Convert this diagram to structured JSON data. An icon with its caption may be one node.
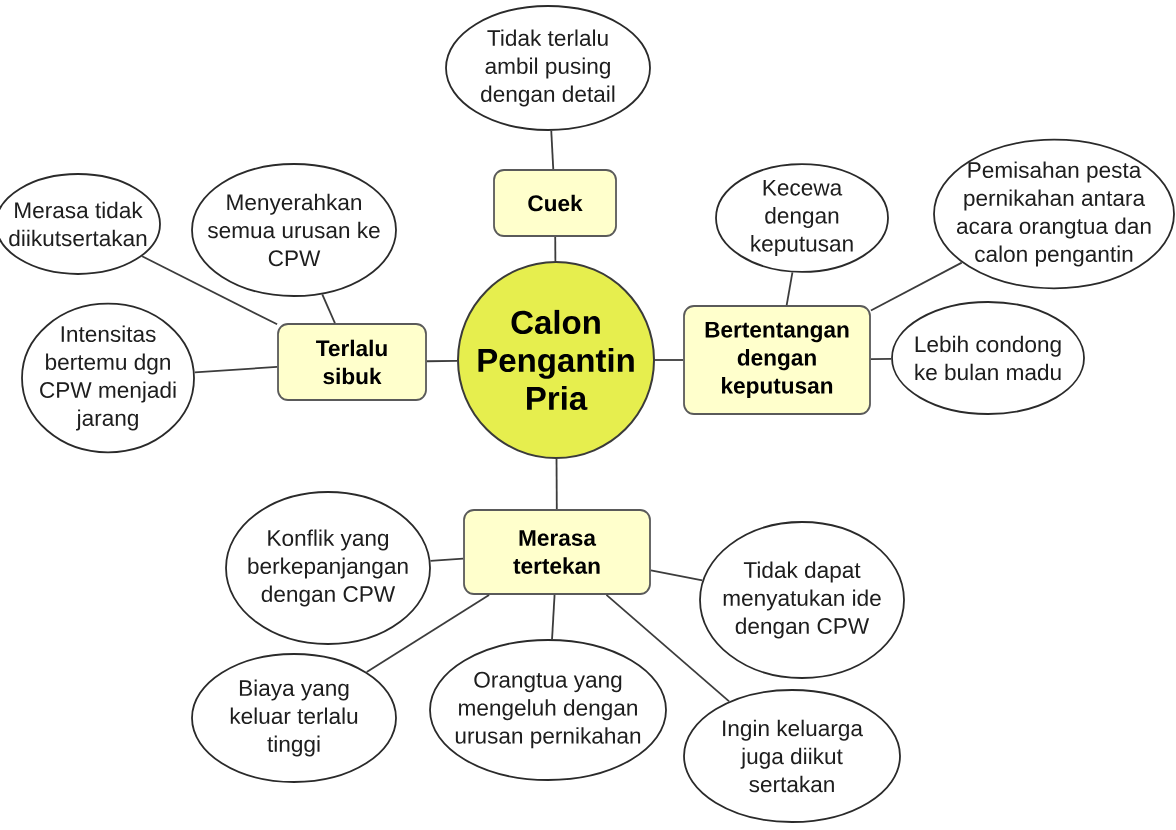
{
  "diagram": {
    "nodes": [
      {
        "text": [
          "Calon Pengantin Pria"
        ]
      },
      {
        "text": [
          "Cuek"
        ]
      },
      {
        "text": [
          "Tidak terlalu ambil pusing dengan detail"
        ]
      },
      {
        "text": [
          "Terlalu sibuk"
        ]
      },
      {
        "text": [
          "Merasa tidak diikutsertakan"
        ]
      },
      {
        "text": [
          "Menyerahkan semua urusan ke CPW"
        ]
      },
      {
        "text": [
          "Intensitas bertemu dgn CPW menjadi jarang"
        ]
      },
      {
        "text": [
          "Bertentangan dengan keputusan"
        ]
      },
      {
        "text": [
          "Kecewa dengan keputusan"
        ]
      },
      {
        "text": [
          "Pemisahan pesta pernikahan antara acara orangtua dan calon pengantin"
        ]
      },
      {
        "text": [
          "Lebih condong ke bulan madu"
        ]
      },
      {
        "text": [
          "Merasa tertekan"
        ]
      },
      {
        "text": [
          "Konflik yang berkepanjangan dengan CPW"
        ]
      },
      {
        "text": [
          "Biaya yang keluar terlalu tinggi"
        ]
      },
      {
        "text": [
          "Orangtua yang mengeluh dengan urusan pernikahan"
        ]
      },
      {
        "text": [
          "Tidak dapat menyatukan ide dengan CPW"
        ]
      },
      {
        "text": [
          "Ingin keluarga juga diikut sertakan"
        ]
      }
    ],
    "edges": [
      {
        "from": 0,
        "to": 1,
        "arrow": "none"
      },
      {
        "from": 1,
        "to": 2,
        "arrow": "none"
      },
      {
        "from": 0,
        "to": 3,
        "arrow": "none"
      },
      {
        "from": 3,
        "to": 4,
        "arrow": "none"
      },
      {
        "from": 3,
        "to": 5,
        "arrow": "none"
      },
      {
        "from": 3,
        "to": 6,
        "arrow": "none"
      },
      {
        "from": 0,
        "to": 7,
        "arrow": "none"
      },
      {
        "from": 7,
        "to": 8,
        "arrow": "none"
      },
      {
        "from": 7,
        "to": 9,
        "arrow": "none"
      },
      {
        "from": 7,
        "to": 10,
        "arrow": "none"
      },
      {
        "from": 0,
        "to": 11,
        "arrow": "none"
      },
      {
        "from": 11,
        "to": 12,
        "arrow": "none"
      },
      {
        "from": 11,
        "to": 13,
        "arrow": "none"
      },
      {
        "from": 11,
        "to": 14,
        "arrow": "none"
      },
      {
        "from": 11,
        "to": 15,
        "arrow": "none"
      },
      {
        "from": 11,
        "to": 16,
        "arrow": "none"
      }
    ]
  }
}
